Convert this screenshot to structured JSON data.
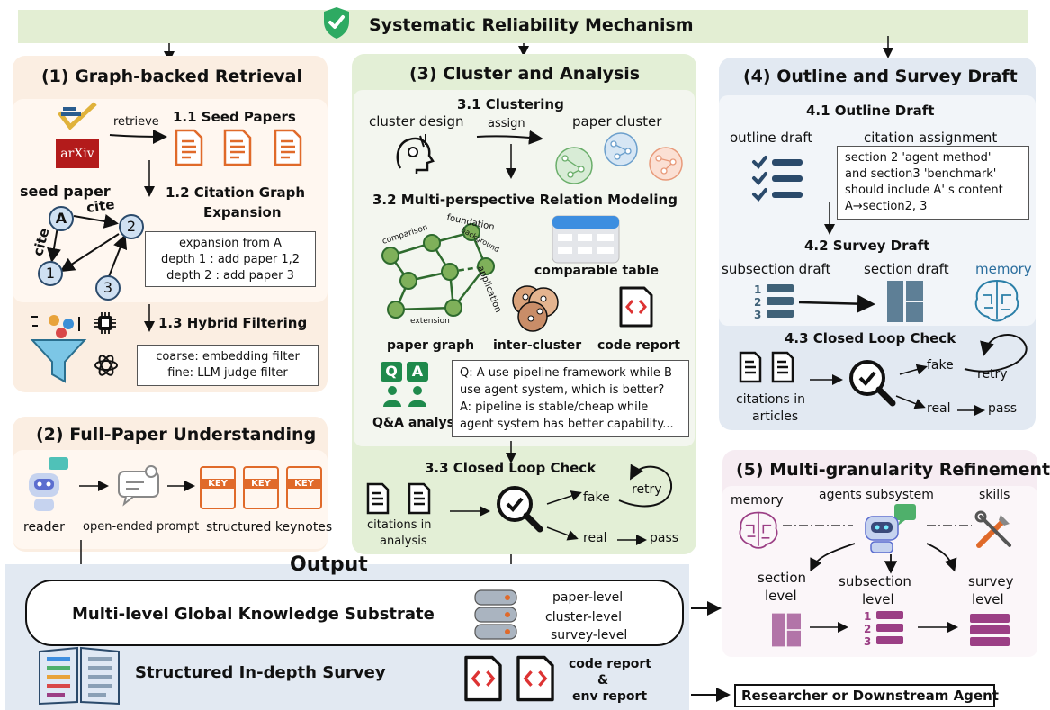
{
  "header": {
    "title": "Systematic Reliability Mechanism"
  },
  "p1": {
    "title": "(1) Graph-backed Retrieval",
    "retrieve": "retrieve",
    "arxiv": "arXiv",
    "s11": "1.1 Seed Papers",
    "s12a": "1.2 Citation Graph",
    "s12b": "Expansion",
    "seed_paper": "seed paper",
    "cite1": "cite",
    "cite2": "cite",
    "nodeA": "A",
    "node1": "1",
    "node2": "2",
    "node3": "3",
    "exp": [
      "expansion from A",
      "depth 1 : add paper 1,2",
      "depth 2 : add paper 3"
    ],
    "s13": "1.3 Hybrid Filtering",
    "filter": [
      "coarse: embedding filter",
      "fine: LLM judge filter"
    ]
  },
  "p2": {
    "title": "(2) Full-Paper Understanding",
    "reader": "reader",
    "prompt": "open-ended prompt",
    "keynotes": "structured keynotes",
    "key": "KEY"
  },
  "p3": {
    "title": "(3) Cluster and Analysis",
    "s31": "3.1 Clustering",
    "cluster_design": "cluster design",
    "assign": "assign",
    "paper_cluster": "paper cluster",
    "s32": "3.2 Multi-perspective Relation Modeling",
    "comparison": "comparison",
    "foundation": "foundation",
    "background": "background",
    "application": "application",
    "extension": "extension",
    "comparable_table": "comparable table",
    "paper_graph": "paper graph",
    "inter_cluster": "inter-cluster",
    "code_report": "code report",
    "qa": [
      "Q: A use pipeline framework while B",
      "use agent system, which is better?",
      "A: pipeline is stable/cheap while",
      "agent system has better capability..."
    ],
    "qa_label": "Q&A analysis",
    "q_letter": "Q",
    "a_letter": "A",
    "s33": "3.3 Closed Loop Check",
    "citations": [
      "citations in",
      "analysis"
    ],
    "fake": "fake",
    "retry": "retry",
    "real": "real",
    "pass": "pass"
  },
  "p4": {
    "title": "(4) Outline and Survey Draft",
    "s41": "4.1 Outline Draft",
    "outline_draft": "outline draft",
    "citation_assignment": "citation assignment",
    "assign_box": [
      "section 2 'agent method'",
      "and section3 'benchmark'",
      "should include A' s content",
      "A→section2, 3"
    ],
    "s42": "4.2 Survey Draft",
    "subsection_draft": "subsection draft",
    "section_draft": "section draft",
    "memory": "memory",
    "s43": "4.3 Closed Loop Check",
    "citations": [
      "citations in",
      "articles"
    ],
    "fake": "fake",
    "retry": "retry",
    "real": "real",
    "pass": "pass"
  },
  "p5": {
    "title": "(5) Multi-granularity Refinement",
    "memory": "memory",
    "agents": "agents subsystem",
    "skills": "skills",
    "section": [
      "section",
      "level"
    ],
    "subsection": [
      "subsection",
      "level"
    ],
    "survey": [
      "survey",
      "level"
    ]
  },
  "output": {
    "title": "Output",
    "substrate": "Multi-level Global Knowledge Substrate",
    "levels": [
      "paper-level",
      "cluster-level",
      "survey-level"
    ],
    "survey": "Structured In-depth Survey",
    "report": [
      "code report",
      "&",
      "env report"
    ],
    "downstream": "Researcher or Downstream Agent"
  },
  "colors": {
    "header_bg": "#e3eed3",
    "peach": "#fbeee2",
    "green": "#e3efd6",
    "blue": "#e2e9f2",
    "pink": "#f6ecf2",
    "node": "#7fb05a",
    "accent_orange": "#e06a2a",
    "purple": "#9b3f85",
    "slate": "#3f6178"
  }
}
